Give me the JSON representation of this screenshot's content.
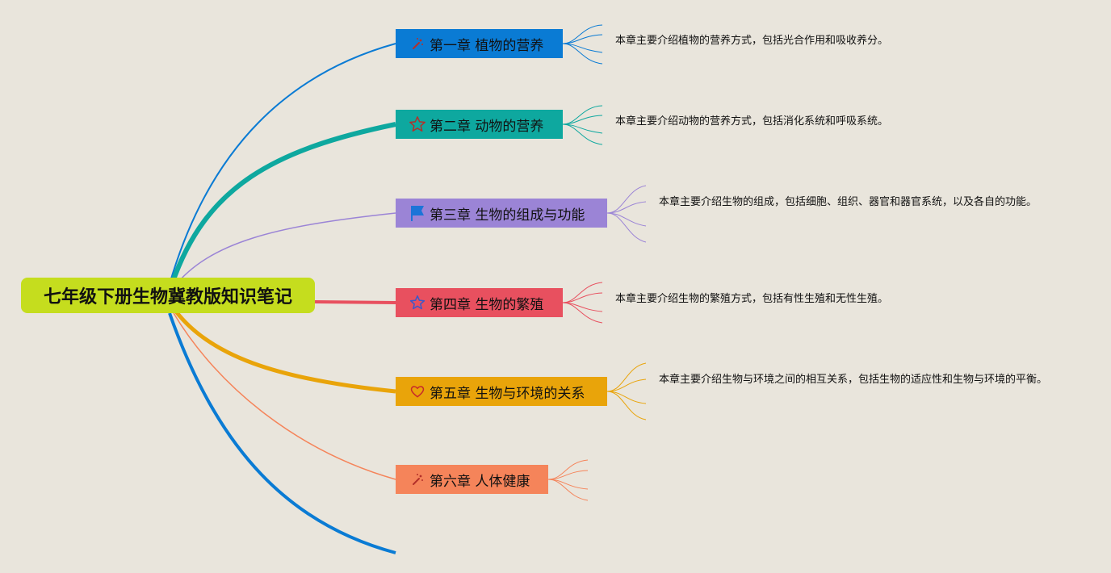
{
  "root": {
    "title": "七年级下册生物冀教版知识笔记",
    "color": "#c5dd1e"
  },
  "chapters": [
    {
      "label": "第一章 植物的营养",
      "icon": "sparkle-wand-icon",
      "color": "#0a7bd4",
      "note": "本章主要介绍植物的营养方式，包括光合作用和吸收养分。"
    },
    {
      "label": "第二章 动物的营养",
      "icon": "star-outline-icon",
      "color": "#0ea89f",
      "note": "本章主要介绍动物的营养方式，包括消化系统和呼吸系统。"
    },
    {
      "label": "第三章 生物的组成与功能",
      "icon": "blue-flag-icon",
      "color": "#9b84d6",
      "note": "本章主要介绍生物的组成，包括细胞、组织、器官和器官系统，以及各自的功能。"
    },
    {
      "label": "第四章 生物的繁殖",
      "icon": "blue-star-icon",
      "color": "#e8505f",
      "note": "本章主要介绍生物的繁殖方式，包括有性生殖和无性生殖。"
    },
    {
      "label": "第五章 生物与环境的关系",
      "icon": "heart-outline-icon",
      "color": "#e9a40a",
      "note": "本章主要介绍生物与环境之间的相互关系，包括生物的适应性和生物与环境的平衡。"
    },
    {
      "label": "第六章 人体健康",
      "icon": "sparkle-wand-icon",
      "color": "#f5845a",
      "note": ""
    }
  ],
  "extra_branch_color": "#0a7bd4"
}
